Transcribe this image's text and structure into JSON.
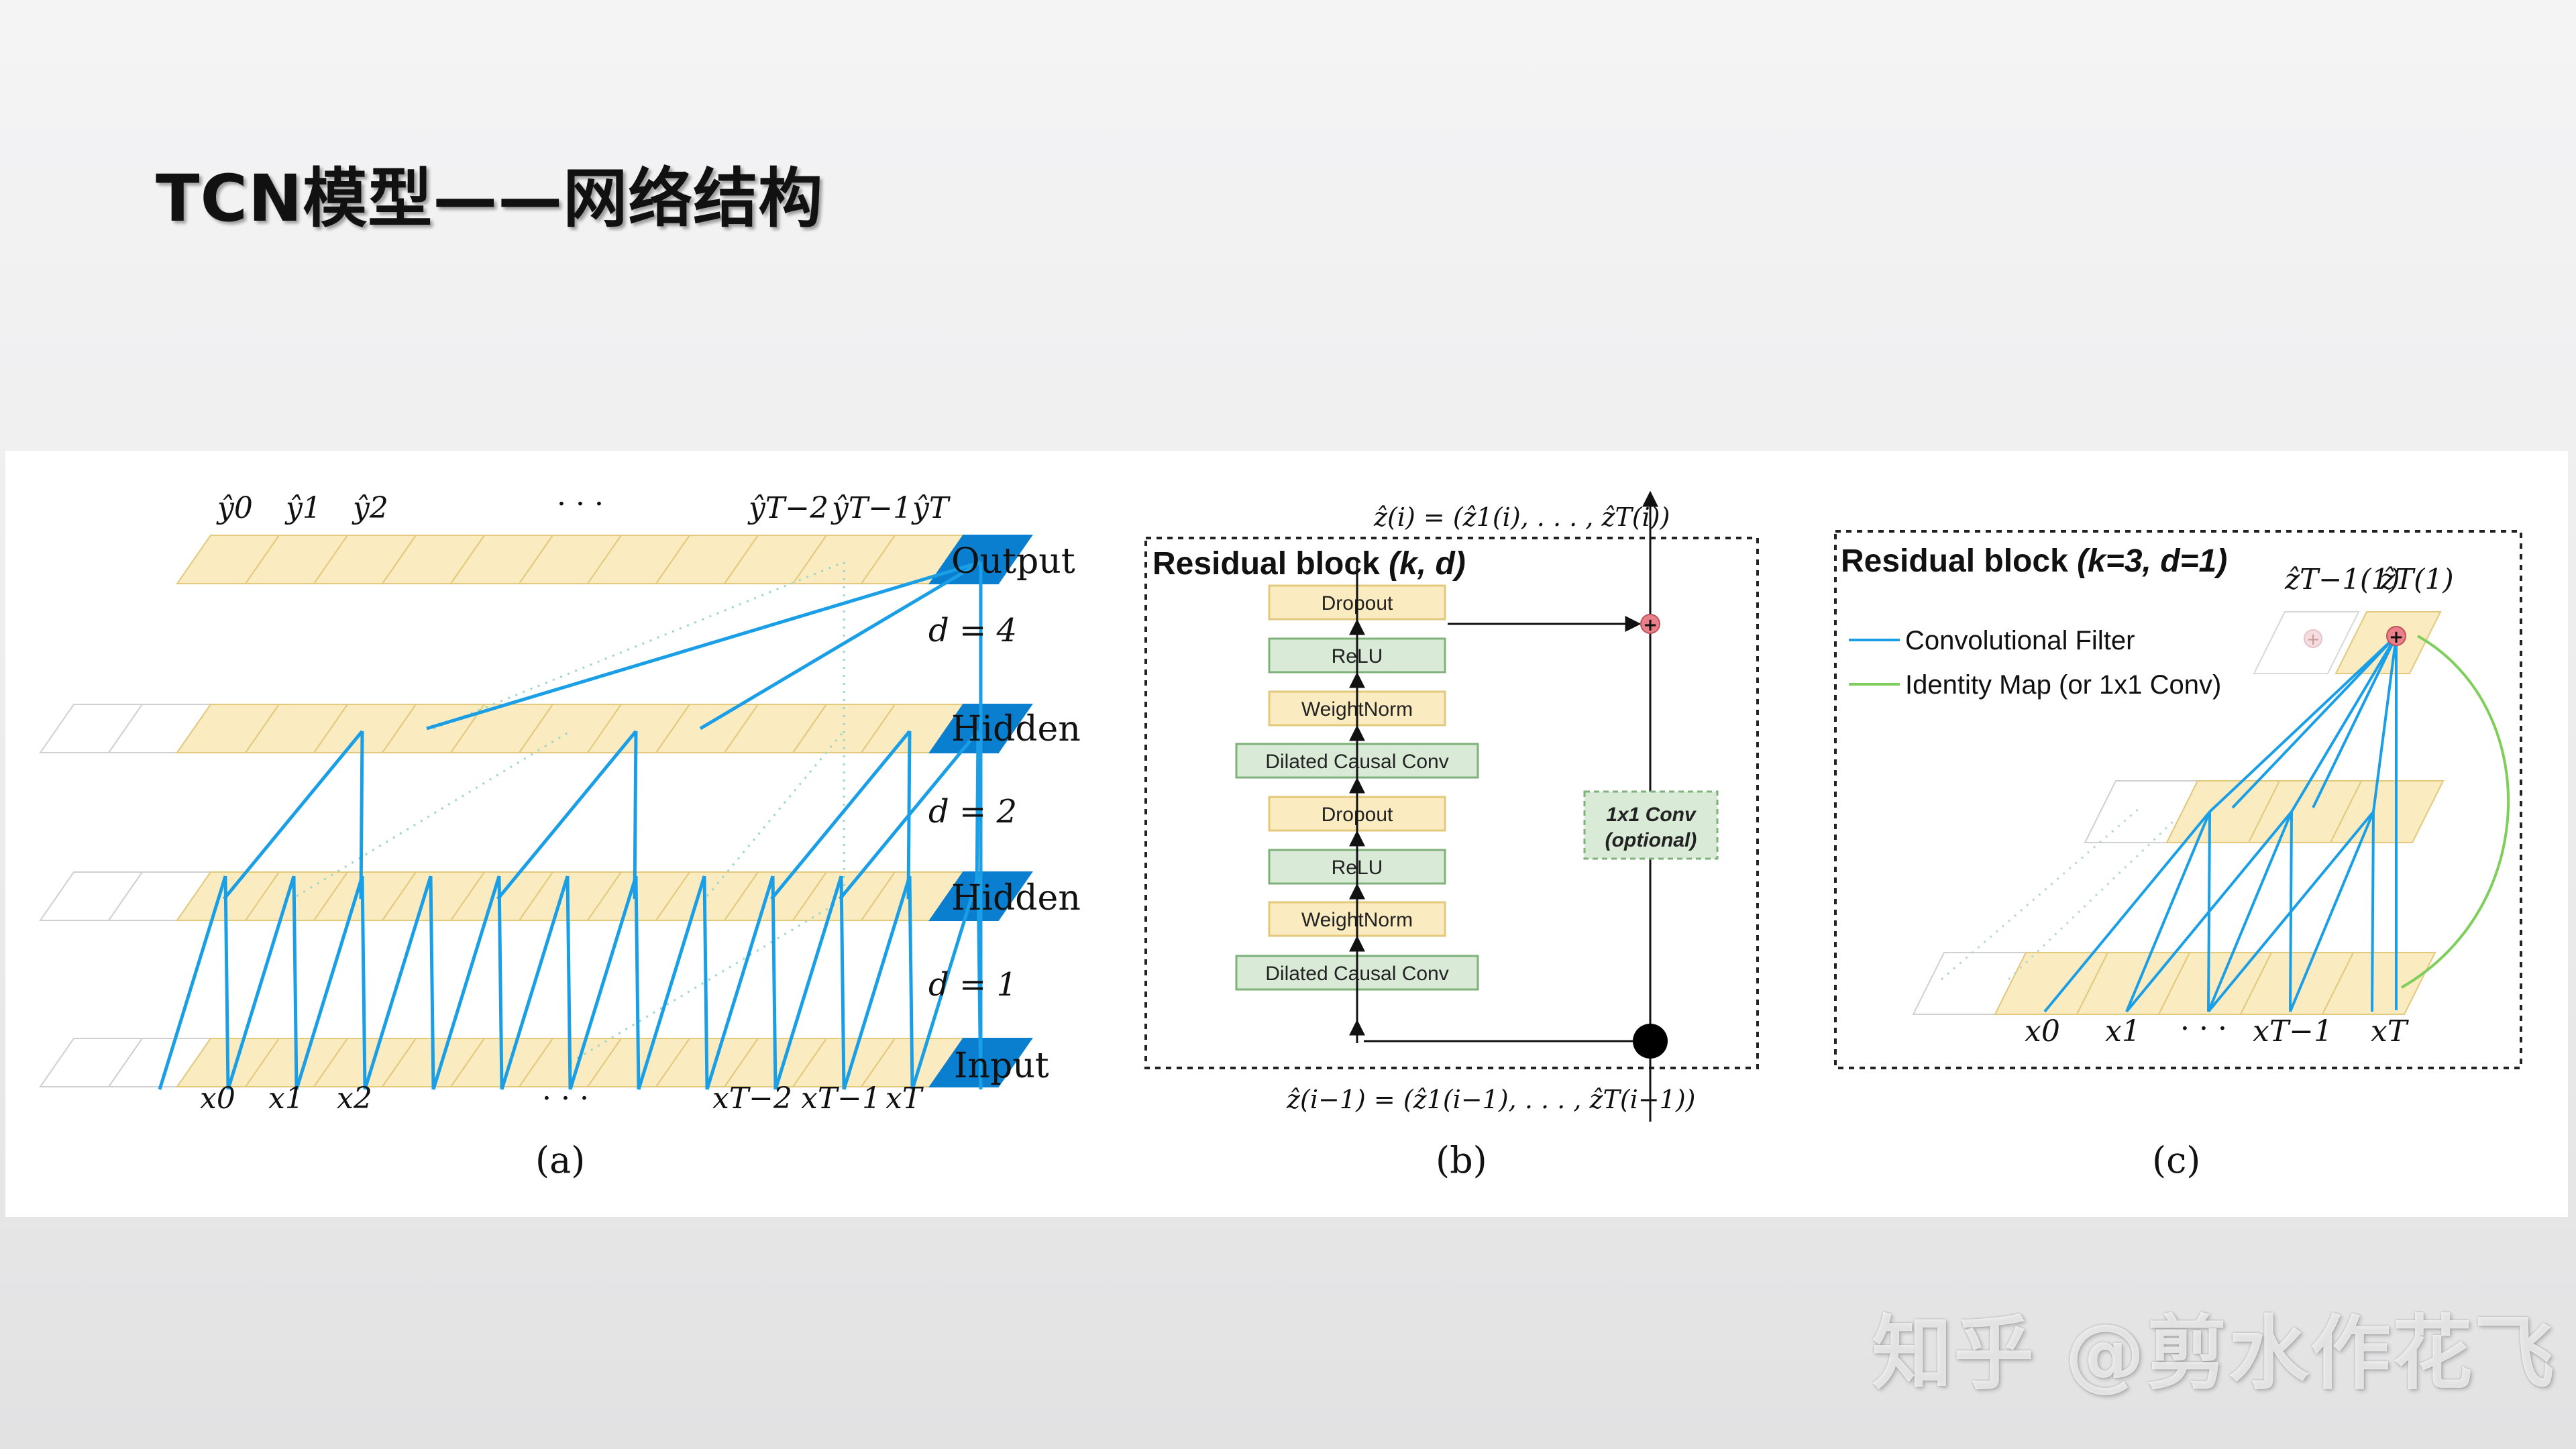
{
  "slide": {
    "title": "TCN模型——网络结构",
    "watermark": "知乎 @剪水作花飞"
  },
  "colors": {
    "cell_fill": "#faecc0",
    "cell_stroke": "#e2c97c",
    "accent_blue": "#1a9fe6",
    "dark_blue": "#0a7fd0",
    "green_box": "#d9ebd7",
    "green_stroke": "#7fb27a",
    "identity_green": "#7fce5b",
    "add_node": "#e8808a"
  },
  "panel_a": {
    "caption": "(a)",
    "layer_labels": [
      "Output",
      "Hidden",
      "Hidden",
      "Input"
    ],
    "dilation_labels": [
      "d = 4",
      "d = 2",
      "d = 1"
    ],
    "output_labels": [
      "ŷ0",
      "ŷ1",
      "ŷ2",
      "· · ·",
      "ŷT−2",
      "ŷT−1",
      "ŷT"
    ],
    "input_labels": [
      "x0",
      "x1",
      "x2",
      "· · ·",
      "xT−2",
      "xT−1",
      "xT"
    ]
  },
  "panel_b": {
    "caption": "(b)",
    "title": "Residual block",
    "title_params": "(k, d)",
    "top_label": "ẑ(i) = (ẑ1(i), . . . , ẑT(i))",
    "bottom_label": "ẑ(i−1) = (ẑ1(i−1), . . . , ẑT(i−1))",
    "layers": [
      "Dropout",
      "ReLU",
      "WeightNorm",
      "Dilated Causal Conv",
      "Dropout",
      "ReLU",
      "WeightNorm",
      "Dilated Causal Conv"
    ],
    "conv1x1_line1": "1x1 Conv",
    "conv1x1_line2": "(optional)"
  },
  "panel_c": {
    "caption": "(c)",
    "title": "Residual block",
    "title_params": "(k=3, d=1)",
    "top_labels": [
      "ẑT−1(1)",
      "ẑT(1)"
    ],
    "legend": [
      {
        "label": "Convolutional Filter",
        "color": "#1a9fe6"
      },
      {
        "label": "Identity Map (or 1x1 Conv)",
        "color": "#7fce5b"
      }
    ],
    "input_labels": [
      "x0",
      "x1",
      "· · ·",
      "xT−1",
      "xT"
    ]
  }
}
